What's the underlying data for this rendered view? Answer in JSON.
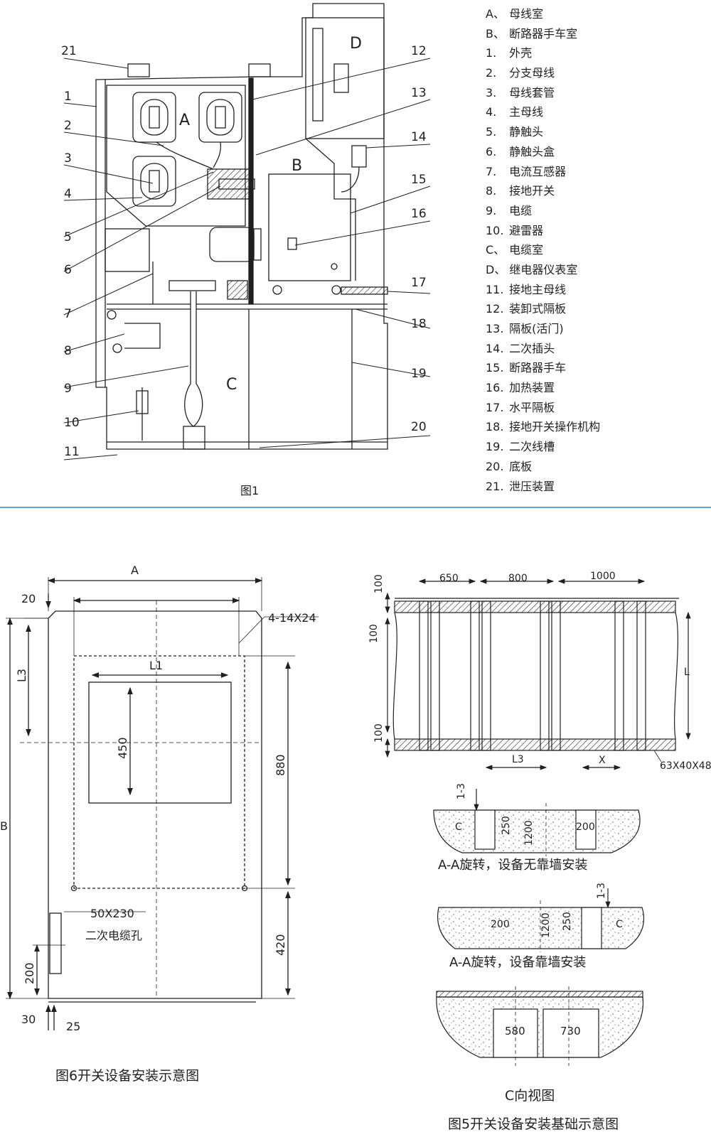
{
  "figure1": {
    "caption": "图1",
    "compartments": {
      "A": "A",
      "B": "B",
      "C": "C",
      "D": "D"
    },
    "callouts": [
      "21",
      "1",
      "2",
      "3",
      "4",
      "5",
      "6",
      "7",
      "8",
      "9",
      "10",
      "11",
      "12",
      "13",
      "14",
      "15",
      "16",
      "17",
      "18",
      "19",
      "20"
    ],
    "legend": [
      {
        "code": "A、",
        "text": "母线室"
      },
      {
        "code": "B、",
        "text": "断路器手车室"
      },
      {
        "code": "1.",
        "text": "外壳"
      },
      {
        "code": "2.",
        "text": "分支母线"
      },
      {
        "code": "3.",
        "text": "母线套管"
      },
      {
        "code": "4.",
        "text": "主母线"
      },
      {
        "code": "5.",
        "text": "静触头"
      },
      {
        "code": "6.",
        "text": "静触头盒"
      },
      {
        "code": "7.",
        "text": "电流互感器"
      },
      {
        "code": "8.",
        "text": "接地开关"
      },
      {
        "code": "9.",
        "text": "电缆"
      },
      {
        "code": "10.",
        "text": "避雷器"
      },
      {
        "code": "C、",
        "text": "电缆室"
      },
      {
        "code": "D、",
        "text": "继电器仪表室"
      },
      {
        "code": "11.",
        "text": "接地主母线"
      },
      {
        "code": "12.",
        "text": "装卸式隔板"
      },
      {
        "code": "13.",
        "text": "隔板(活门)"
      },
      {
        "code": "14.",
        "text": "二次插头"
      },
      {
        "code": "15.",
        "text": "断路器手车"
      },
      {
        "code": "16.",
        "text": "加热装置"
      },
      {
        "code": "17.",
        "text": "水平隔板"
      },
      {
        "code": "18.",
        "text": "接地开关操作机构"
      },
      {
        "code": "19.",
        "text": "二次线槽"
      },
      {
        "code": "20.",
        "text": "底板"
      },
      {
        "code": "21.",
        "text": "泄压装置"
      }
    ]
  },
  "figure6": {
    "caption": "图6开关设备安装示意图",
    "dims": {
      "A": "A",
      "B": "B",
      "L1": "L1",
      "L3": "L3",
      "d20": "20",
      "d450": "450",
      "d880": "880",
      "d420": "420",
      "d200": "200",
      "d30": "30",
      "d25": "25",
      "holes": "4-14X24",
      "slot": "50X230",
      "slot_label": "二次电缆孔"
    }
  },
  "figure5": {
    "caption": "图5开关设备安装基础示意图",
    "plan": {
      "d650": "650",
      "d800": "800",
      "d1000": "1000",
      "d100a": "100",
      "d100b": "100",
      "d100c": "100",
      "L": "L",
      "L3": "L3",
      "X": "X",
      "steel": "63X40X48"
    },
    "section1": {
      "label": "A-A旋转，设备无靠墙安装",
      "arrow": "1-3",
      "C": "C",
      "d250": "250",
      "d1200": "1200",
      "d200": "200"
    },
    "section2": {
      "label": "A-A旋转，设备靠墙安装",
      "arrow": "1-3",
      "C": "C",
      "d250": "250",
      "d1200": "1200",
      "d200": "200"
    },
    "section3": {
      "label": "C向视图",
      "d580": "580",
      "d730": "730"
    }
  }
}
